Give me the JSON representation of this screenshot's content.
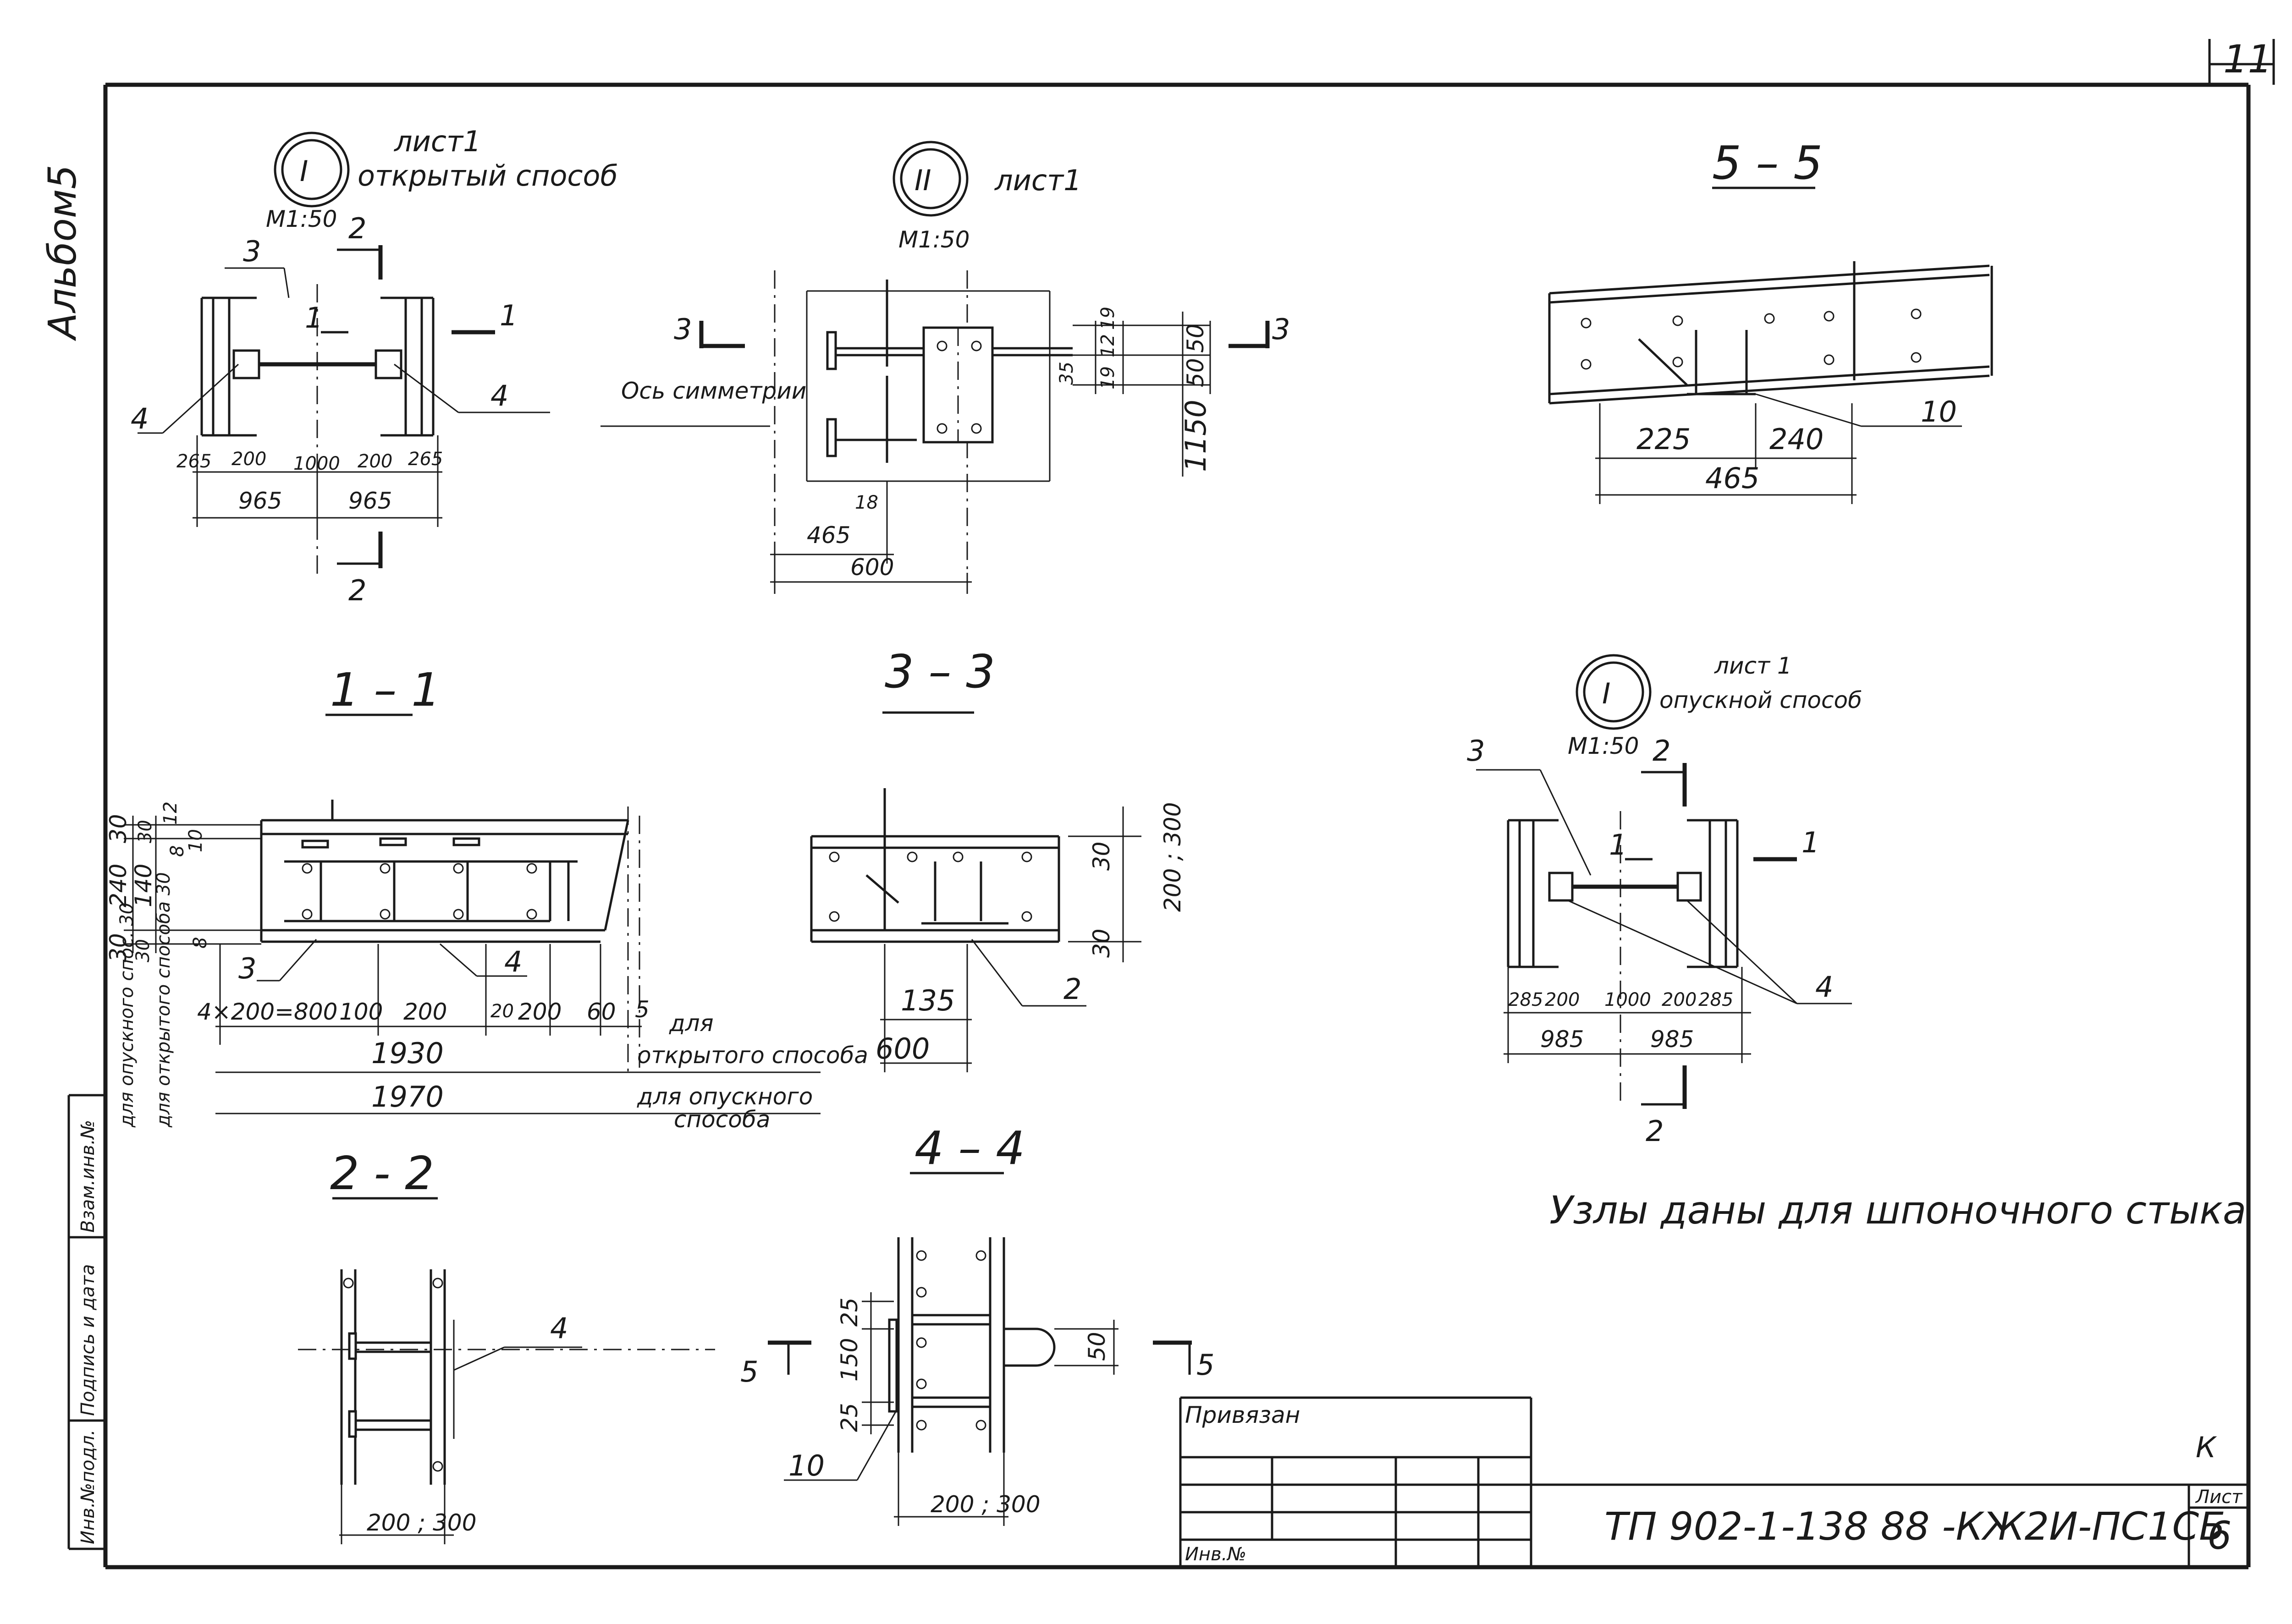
{
  "sheet_corner_number": "11",
  "album_label": "Альбом5",
  "views": {
    "node1_open": {
      "mark": "I",
      "sheet": "лист1",
      "method": "открытый способ",
      "scale": "М1:50",
      "dims": [
        "265",
        "200",
        "1000",
        "200",
        "265",
        "965",
        "965"
      ],
      "positions": [
        "3",
        "4",
        "4"
      ],
      "cuts": [
        "2",
        "2",
        "1",
        "1"
      ]
    },
    "node2": {
      "mark": "II",
      "sheet": "лист1",
      "scale": "М1:50",
      "axis_label": "Ось симметрии",
      "dims": [
        "19",
        "12",
        "19",
        "35",
        "50",
        "50",
        "1150",
        "18",
        "465",
        "600"
      ],
      "cuts": [
        "3",
        "3"
      ]
    },
    "section55": {
      "title": "5 – 5",
      "dims": [
        "225",
        "240",
        "465"
      ],
      "positions": [
        "10"
      ]
    },
    "section11": {
      "title": "1 – 1",
      "dims_left": [
        "30",
        "240",
        "30",
        "30",
        "140",
        "30",
        "12",
        "10",
        "8",
        "8"
      ],
      "dims_bottom": [
        "4×200=800",
        "100",
        "200",
        "20",
        "200",
        "60",
        "5"
      ],
      "len_open": "1930",
      "len_lower": "1970",
      "note_open_1": "для",
      "note_open_2": "открытого способа",
      "note_lower_1": "для опускного",
      "note_lower_2": "способа",
      "vert_note_lower": "для опускного спос. 30",
      "vert_note_open": "для открытого способа 30",
      "positions": [
        "3",
        "4"
      ]
    },
    "section33": {
      "title": "3 – 3",
      "dims": [
        "30",
        "30",
        "200 ; 300",
        "135",
        "600"
      ],
      "positions": [
        "2"
      ]
    },
    "node1_lower": {
      "mark": "I",
      "sheet": "лист 1",
      "method": "опускной способ",
      "scale": "М1:50",
      "dims": [
        "285",
        "200",
        "1000",
        "200",
        "285",
        "985",
        "985"
      ],
      "positions": [
        "3",
        "4"
      ],
      "cuts": [
        "2",
        "2",
        "1",
        "1"
      ]
    },
    "note": "Узлы даны для шпоночного стыка",
    "section22": {
      "title": "2 - 2",
      "dims": [
        "200 ; 300"
      ],
      "positions": [
        "4"
      ]
    },
    "section44": {
      "title": "4 – 4",
      "dims": [
        "25",
        "150",
        "25",
        "50",
        "200 ; 300"
      ],
      "positions": [
        "10"
      ],
      "cuts": [
        "5",
        "5"
      ]
    }
  },
  "side_stamp": [
    "Взам.инв.№",
    "Подпись и дата",
    "Инв.№подл."
  ],
  "title_block": {
    "privyazan": "Привязан",
    "inv_no": "Инв.№",
    "doc_code": "ТП 902-1-138 88 -КЖ2И-ПС1СБ",
    "sheet_label": "Лист",
    "sheet_no": "6",
    "mark": "К"
  }
}
